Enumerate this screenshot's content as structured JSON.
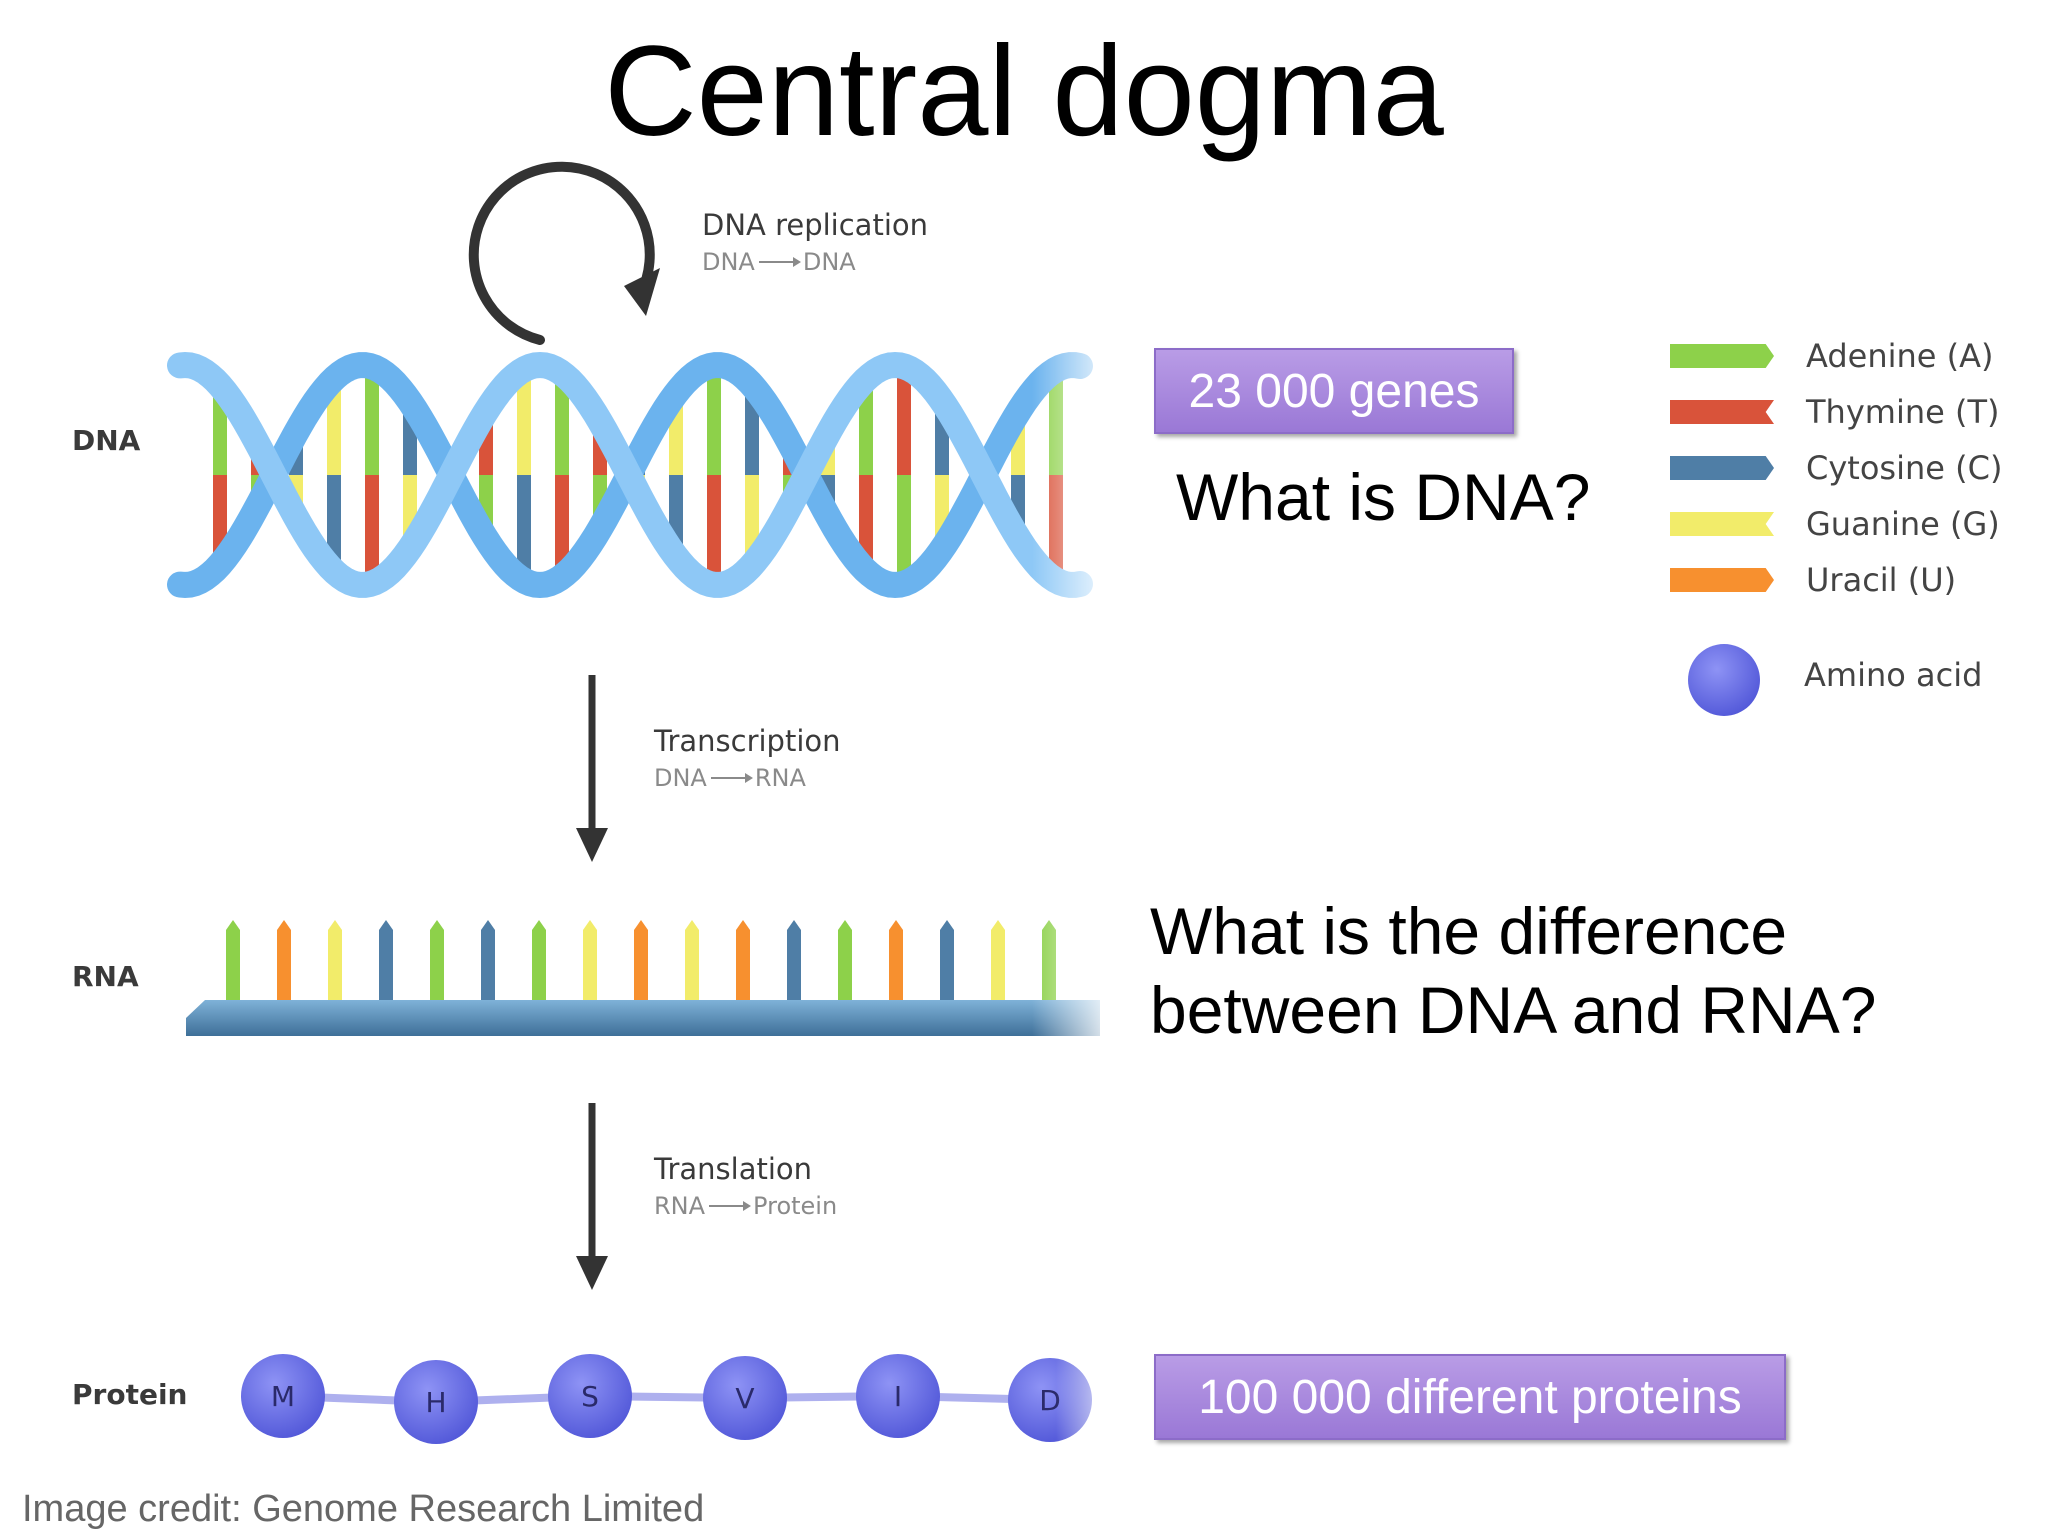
{
  "title": "Central dogma",
  "rows": {
    "dna": "DNA",
    "rna": "RNA",
    "protein": "Protein"
  },
  "steps": {
    "replication": {
      "title": "DNA replication",
      "from": "DNA",
      "to": "DNA"
    },
    "transcription": {
      "title": "Transcription",
      "from": "DNA",
      "to": "RNA"
    },
    "translation": {
      "title": "Translation",
      "from": "RNA",
      "to": "Protein"
    }
  },
  "boxes": {
    "genes": "23 000 genes",
    "proteins": "100 000 different proteins"
  },
  "questions": {
    "dna": "What is DNA?",
    "diff_line1": "What is the difference",
    "diff_line2": "between DNA and RNA?"
  },
  "legend": [
    {
      "label": "Adenine (A)",
      "color": "#8dd14a"
    },
    {
      "label": "Thymine (T)",
      "color": "#d9533a"
    },
    {
      "label": "Cytosine (C)",
      "color": "#4f7ea6"
    },
    {
      "label": "Guanine (G)",
      "color": "#f2ec6a"
    },
    {
      "label": "Uracil (U)",
      "color": "#f7902f"
    }
  ],
  "amino_acid_label": "Amino acid",
  "amino_acid_color": "#6a6ee8",
  "protein_chain": [
    "M",
    "H",
    "S",
    "V",
    "I",
    "D"
  ],
  "credit": "Image credit: Genome Research Limited"
}
